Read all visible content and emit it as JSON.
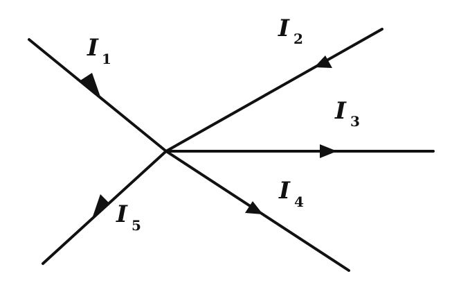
{
  "diagram": {
    "node": "junction",
    "currents": [
      {
        "id": "I1",
        "symbol": "I",
        "subscript": "1",
        "direction": "into-junction"
      },
      {
        "id": "I2",
        "symbol": "I",
        "subscript": "2",
        "direction": "into-junction"
      },
      {
        "id": "I3",
        "symbol": "I",
        "subscript": "3",
        "direction": "out-of-junction"
      },
      {
        "id": "I4",
        "symbol": "I",
        "subscript": "4",
        "direction": "out-of-junction"
      },
      {
        "id": "I5",
        "symbol": "I",
        "subscript": "5",
        "direction": "out-of-junction"
      }
    ],
    "colors": {
      "line": "#111111",
      "background": "#ffffff"
    }
  }
}
